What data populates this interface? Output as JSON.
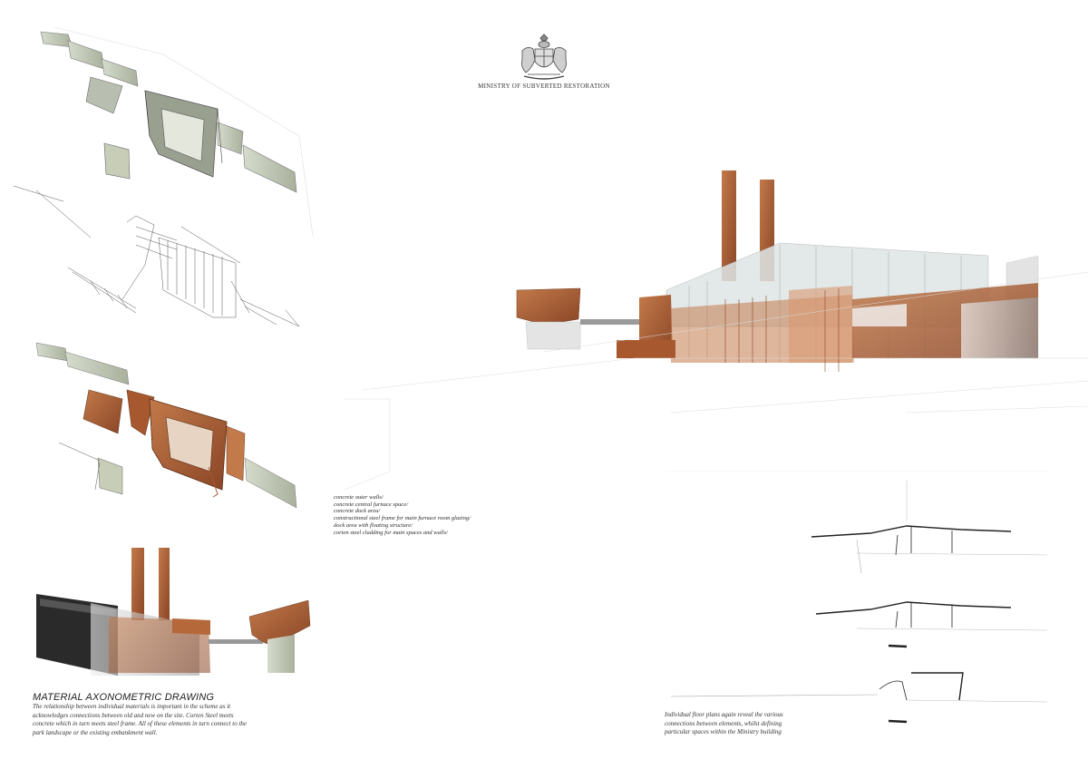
{
  "header": {
    "ministry_name": "MINISTRY OF SUBVERTED RESTORATION"
  },
  "legend": {
    "items": [
      "concrete outer walls/",
      "concrete central furnace space/",
      "concrete dock area/",
      "constructional steel frame for main furnace room glazing/",
      "dock area with floating structure/",
      "corten steel cladding for main spaces and walls/"
    ]
  },
  "section": {
    "title": "MATERIAL AXONOMETRIC DRAWING",
    "description_lines": [
      "The relationship between individual materials is important in the scheme as it",
      "acknowledges connections between old and new on the site. Corten Steel meets",
      "concrete which in turn meets steel frame. All of these elements in turn connect to the",
      "park landscape or the existing embankment wall."
    ]
  },
  "plans": {
    "description_lines": [
      "Individual floor plans again reveal the various",
      "connections between elements, whilst defining",
      "particular spaces within the Ministry building"
    ]
  },
  "colors": {
    "corten": "#b5683a",
    "corten_dark": "#8a4526",
    "concrete": "#c9cfbf",
    "glass": "#dfe6e6",
    "line": "#555555"
  }
}
